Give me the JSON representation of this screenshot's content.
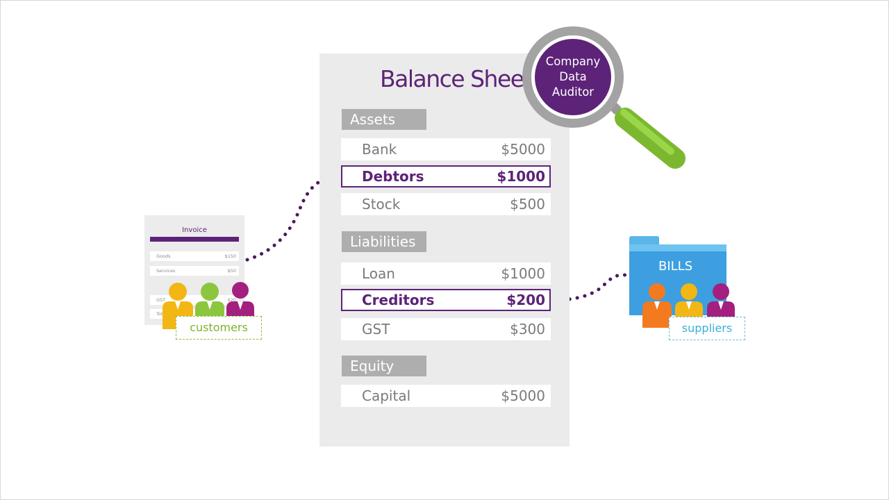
{
  "title": "Balance Sheet",
  "auditor": {
    "label": "Company\nData\nAuditor"
  },
  "sections": [
    {
      "name": "Assets",
      "rows": [
        {
          "label": "Bank",
          "value": "$5000",
          "highlighted": false
        },
        {
          "label": "Debtors",
          "value": "$1000",
          "highlighted": true
        },
        {
          "label": "Stock",
          "value": "$500",
          "highlighted": false
        }
      ]
    },
    {
      "name": "Liabilities",
      "rows": [
        {
          "label": "Loan",
          "value": "$1000",
          "highlighted": false
        },
        {
          "label": "Creditors",
          "value": "$200",
          "highlighted": true
        },
        {
          "label": "GST",
          "value": "$300",
          "highlighted": false
        }
      ]
    },
    {
      "name": "Equity",
      "rows": [
        {
          "label": "Capital",
          "value": "$5000",
          "highlighted": false
        }
      ]
    }
  ],
  "invoice": {
    "title": "Invoice",
    "rows": [
      {
        "label": "Goods",
        "value": "$150"
      },
      {
        "label": "Services",
        "value": "$50"
      },
      {
        "label": "GST",
        "value": "$20"
      },
      {
        "label": "Tot",
        "value": ""
      }
    ]
  },
  "customers_label": "customers",
  "bills_label": "BILLS",
  "suppliers_label": "suppliers",
  "colors": {
    "purple": "#5c2378",
    "green": "#8cc63f",
    "blue": "#3d9fe0",
    "yellow": "#f2b714",
    "magenta": "#a3207f",
    "orange": "#f47a1f"
  },
  "icons": [
    "magnifier-icon",
    "invoice-icon",
    "folder-icon",
    "person-icon"
  ]
}
